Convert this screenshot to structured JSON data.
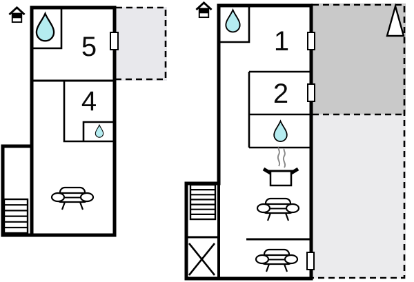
{
  "document": {
    "type": "floor-plan",
    "background": "#ffffff"
  },
  "colors": {
    "wall": "#000000",
    "water_drop_fill": "#b5ecf0",
    "balcony_fill": "#e8e8ec",
    "terrace_upper_fill": "#c9c9c9",
    "terrace_lower_fill": "#ebebed",
    "steam": "#8a8a8a"
  },
  "plans": {
    "left": {
      "name": "upper-floor-plan",
      "rooms": [
        {
          "id": "room-5",
          "label": "5"
        },
        {
          "id": "room-4",
          "label": "4"
        }
      ]
    },
    "right": {
      "name": "ground-floor-plan",
      "rooms": [
        {
          "id": "room-1",
          "label": "1"
        },
        {
          "id": "room-2",
          "label": "2"
        }
      ]
    }
  },
  "icons": {
    "house": "house-icon",
    "water_drop": "water-drop-icon",
    "sofa": "sofa-icon",
    "stove": "stove-icon",
    "stairs": "stairs-icon",
    "north_arrow": "north-arrow-icon",
    "door": "door-marker",
    "crossed_area": "x-room-icon"
  }
}
